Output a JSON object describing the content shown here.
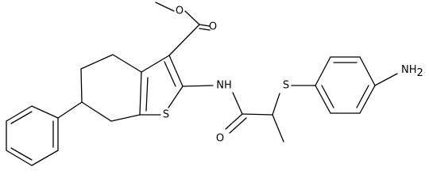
{
  "molecule": {
    "atom_labels": {
      "ester_oxygen": "O",
      "carbonyl_oxygen_ester": "O",
      "amide_nitrogen": "NH",
      "amide_oxygen": "O",
      "thiophene_sulfur": "S",
      "thioether_sulfur": "S",
      "amine_main": "NH",
      "amine_subscript": "2"
    },
    "colors": {
      "bond": "#000000",
      "label": "#000000",
      "background": "#ffffff"
    }
  }
}
